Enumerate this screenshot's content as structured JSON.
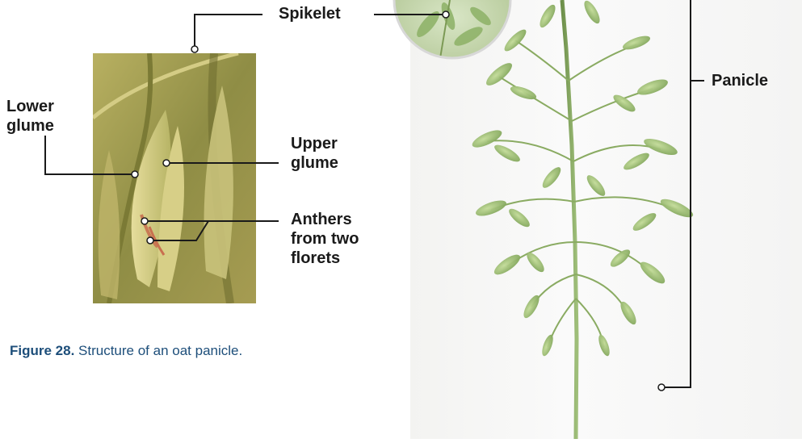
{
  "labels": {
    "spikelet": "Spikelet",
    "panicle": "Panicle",
    "lower_glume": [
      "Lower",
      "glume"
    ],
    "upper_glume": [
      "Upper",
      "glume"
    ],
    "anthers": [
      "Anthers",
      "from two",
      "florets"
    ]
  },
  "caption": {
    "number": "Figure 28.",
    "text": " Structure of an oat panicle."
  },
  "colors": {
    "caption": "#1d4e7a",
    "label_text": "#1a1a1a",
    "leader_line": "#1a1a1a",
    "plant_green": "#8fb36a"
  }
}
